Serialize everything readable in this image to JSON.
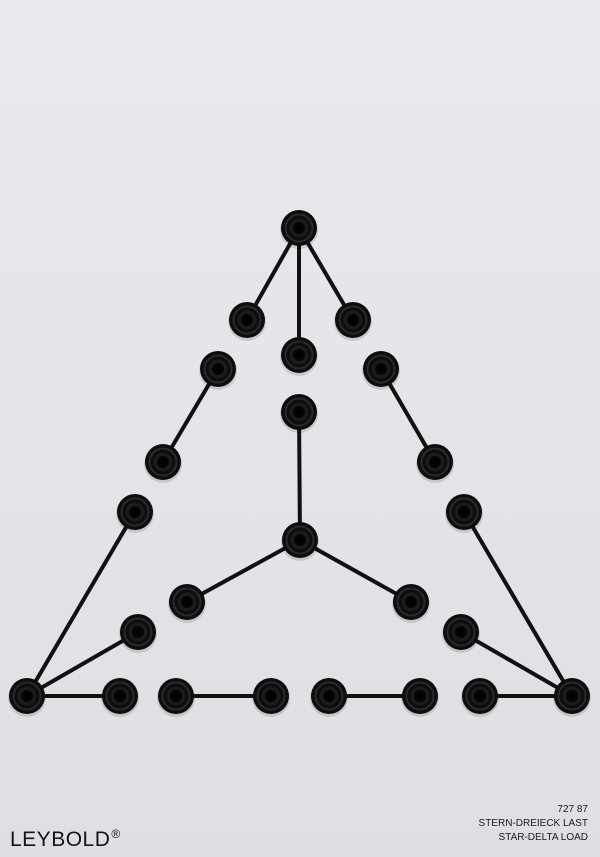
{
  "panel": {
    "brand": "LEYBOLD",
    "brand_mark": "®",
    "catalog_number": "727 87",
    "title_de": "STERN-DREIECK LAST",
    "title_en": "STAR-DELTA LOAD"
  },
  "colors": {
    "background": "#e4e5e9",
    "wire": "#111111",
    "socket_outer": "#0d0d0d",
    "socket_ring": "#2a2a2a",
    "socket_hole": "#050505"
  }
}
